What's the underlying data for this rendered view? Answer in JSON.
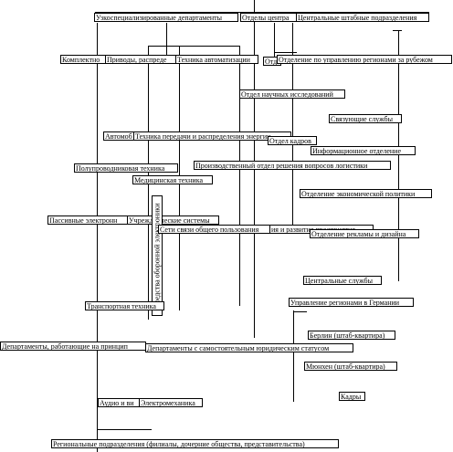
{
  "top": {
    "specialized": "Узкоспециализированные департаменты",
    "center_depts": "Отделы центра",
    "central_hq": "Центральные штабные подразделения"
  },
  "specialized": {
    "kompl": "Комплектно",
    "drives": "Приводы, распреде",
    "automation": "Техника автоматизации",
    "automob": "Автомоб",
    "power": "Техника передачи и распределения энергии",
    "semis": "Полупроводниковая техника",
    "medical": "Медицинская техника",
    "passive": "Пассивные электронн",
    "institutional": "Учрежденческие системы",
    "defense": "Средства оборонной электроники",
    "public_networks": "Сети связи общего пользования",
    "transport": "Транспортная техника",
    "audio": "Аудио и ви",
    "electromech": "Электромеханика"
  },
  "center": {
    "otd": "Отд",
    "research": "Отдел научных исследований",
    "personnel": "Отдел кадров",
    "logistics": "Производственный отдел решения вопросов логистики",
    "development": "ия и развития предприятия",
    "design": "Отделение рекламы и дизайна"
  },
  "hq": {
    "regions_abroad": "Отделение по управлению регионами за рубежом",
    "comms": "Связующие службы",
    "info": "Информационное отделение",
    "econ_policy": "Отделение экономической политики",
    "central_services": "Центральные службы"
  },
  "germany": {
    "regions": "Управление регионами в Германии",
    "berlin": "Берлин (штаб-квартира)",
    "munich": "Мюнхен (штаб-квартира)",
    "cadres": "Кадры"
  },
  "bottom": {
    "principle_depts": "Департаменты, работающие на принцип",
    "legal_status": "Департаменты с самостоятельным юридическим статусом",
    "regional": "Региональные подразделения (филиалы, дочерние общества, представительства)"
  }
}
